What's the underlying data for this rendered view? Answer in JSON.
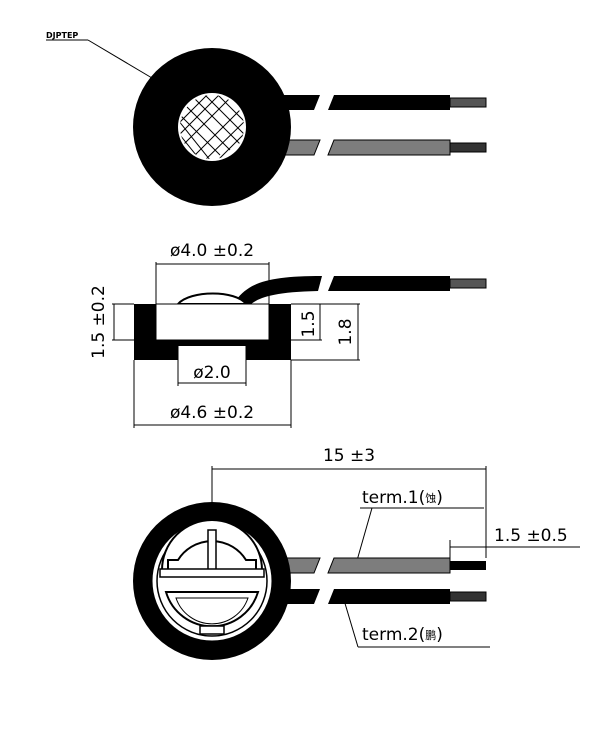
{
  "view_top": {
    "label": "DJPTEP"
  },
  "view_side": {
    "dim_top": "ø4.0 ±0.2",
    "dim_left": "1.5 ±0.2",
    "dim_inner_h": "1.5",
    "dim_outer_h": "1.8",
    "dim_bottom_hole": "ø2.0",
    "dim_bottom": "ø4.6 ±0.2"
  },
  "view_bottom": {
    "dim_length": "15 ±3",
    "dim_strip": "1.5 ±0.5",
    "term1": "term.1(",
    "term1_glyph": "蚀",
    "term1_close": ")",
    "term2": "term.2(",
    "term2_glyph": "鹏",
    "term2_close": ")"
  },
  "colors": {
    "ink": "#000000",
    "wire_grey": "#8a8a8a",
    "paper": "#ffffff"
  }
}
